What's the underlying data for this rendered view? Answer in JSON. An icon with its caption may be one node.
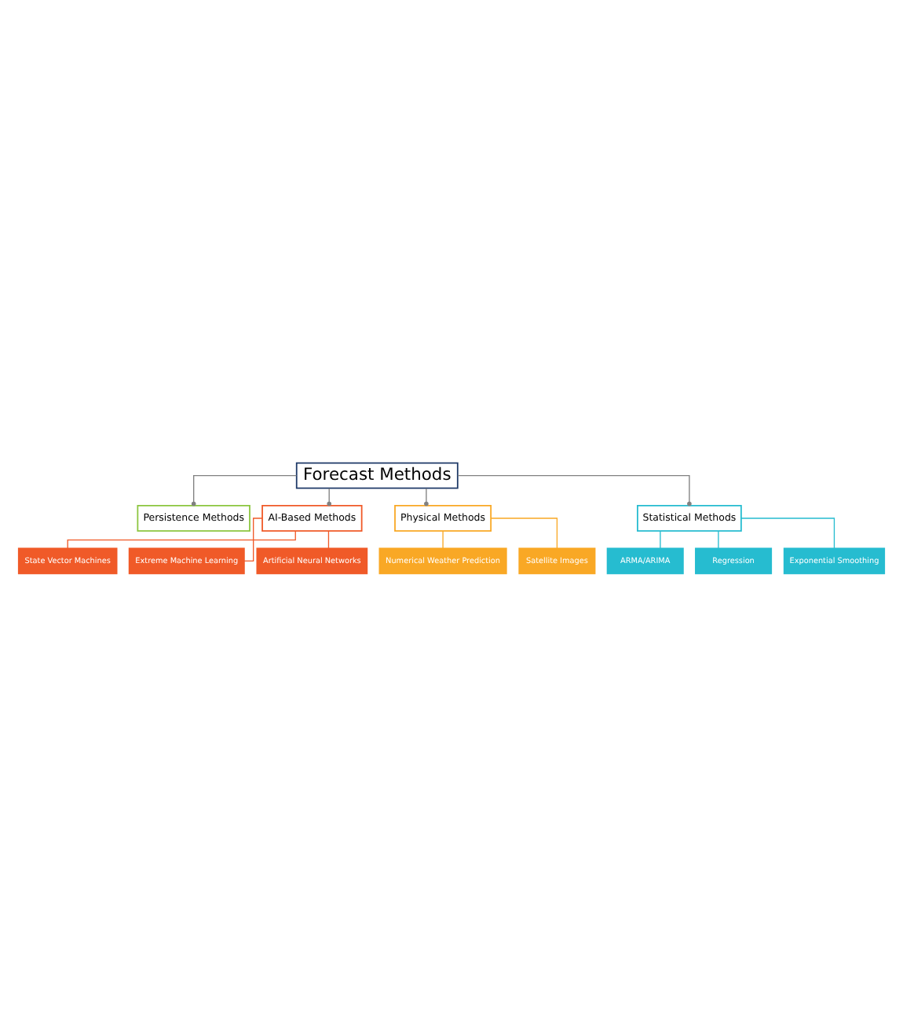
{
  "diagram": {
    "nodes": [
      {
        "text": [
          "Forecast Methods"
        ]
      },
      {
        "text": [
          "Persistence Methods"
        ]
      },
      {
        "text": [
          "AI-Based Methods"
        ]
      },
      {
        "text": [
          "State Vector Machines"
        ]
      },
      {
        "text": [
          "Extreme Machine Learning"
        ]
      },
      {
        "text": [
          "Artificial Neural Networks"
        ]
      },
      {
        "text": [
          "Physical Methods"
        ]
      },
      {
        "text": [
          "Statistical Methods"
        ]
      },
      {
        "text": [
          "Numerical Weather Prediction"
        ]
      },
      {
        "text": [
          "Satellite Images"
        ]
      },
      {
        "text": [
          "ARMA/ARIMA"
        ]
      },
      {
        "text": [
          "Regression"
        ]
      },
      {
        "text": [
          "Exponential Smoothing"
        ]
      }
    ],
    "edges": [
      {
        "from": 0,
        "to": 1,
        "arrow": "other"
      },
      {
        "from": 0,
        "to": 2,
        "arrow": "other"
      },
      {
        "from": 0,
        "to": 6,
        "arrow": "other"
      },
      {
        "from": 0,
        "to": 7,
        "arrow": "other"
      },
      {
        "from": 2,
        "to": 3,
        "arrow": "none",
        "color": "#f05a28"
      },
      {
        "from": 2,
        "to": 4,
        "arrow": "none",
        "color": "#f05a28"
      },
      {
        "from": 2,
        "to": 5,
        "arrow": "none",
        "color": "#f05a28"
      },
      {
        "from": 6,
        "to": 8,
        "arrow": "none",
        "color": "#f9a825"
      },
      {
        "from": 6,
        "to": 9,
        "arrow": "none",
        "color": "#f9a825"
      },
      {
        "from": 7,
        "to": 10,
        "arrow": "none",
        "color": "#26bcd0"
      },
      {
        "from": 7,
        "to": 11,
        "arrow": "none",
        "color": "#26bcd0"
      },
      {
        "from": 7,
        "to": 12,
        "arrow": "none",
        "color": "#26bcd0"
      }
    ]
  }
}
